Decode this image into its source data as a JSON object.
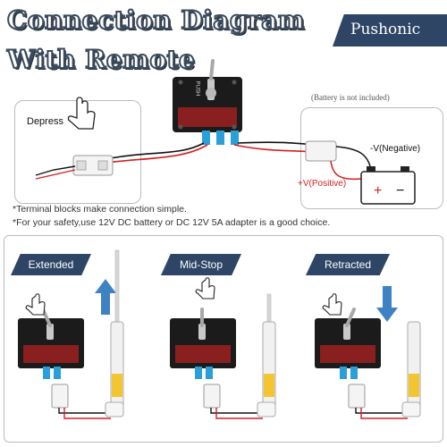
{
  "header": {
    "title_line1": "Connection Diagram",
    "title_line2": "With Remote",
    "brand": "Pushonic"
  },
  "top_diagram": {
    "depress_label": "Depress",
    "battery_note": "(Battery is not included)",
    "negative_label": "-V(Negative)",
    "positive_label": "+V(Positive)",
    "battery_plus": "+",
    "battery_minus": "−",
    "switch_markings": "PUSH"
  },
  "notes": {
    "line1": "*Terminal blocks make connection simple.",
    "line2": "*For your safety,use 12V DC battery or DC 12V 5A adapter is a good choice."
  },
  "states": [
    {
      "label": "Extended",
      "arrow": "up"
    },
    {
      "label": "Mid-Stop",
      "arrow": "none"
    },
    {
      "label": "Retracted",
      "arrow": "down"
    }
  ],
  "colors": {
    "accent": "#2e4566",
    "arrow": "#3f82c4",
    "wire_red": "#d42020",
    "wire_black": "#111111",
    "frame": "#b8bcc2"
  }
}
